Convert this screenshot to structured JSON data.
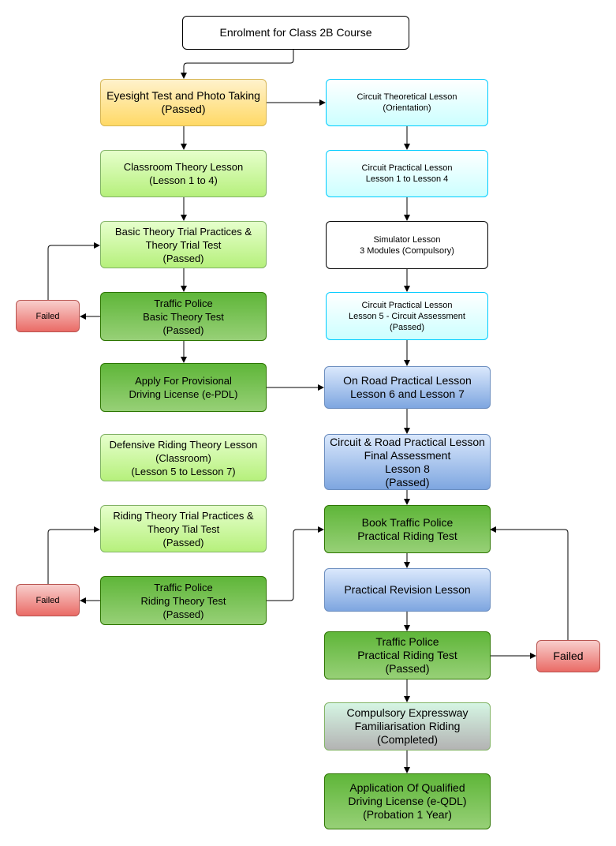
{
  "nodes": {
    "enrolment": "Enrolment for Class 2B Course",
    "eyesight": "Eyesight Test and Photo Taking\n(Passed)",
    "classroom": "Classroom Theory Lesson\n(Lesson 1 to 4)",
    "basic_trial": "Basic Theory Trial Practices &\nTheory Trial Test\n(Passed)",
    "failed_1": "Failed",
    "btt": "Traffic Police\nBasic Theory Test\n(Passed)",
    "epdl": "Apply For Provisional\nDriving License (e-PDL)",
    "defensive": "Defensive Riding Theory Lesson\n(Classroom)\n(Lesson 5 to Lesson 7)",
    "riding_trial": "Riding Theory Trial Practices &\nTheory Tial Test\n(Passed)",
    "failed_2": "Failed",
    "rtt": "Traffic Police\nRiding Theory Test\n(Passed)",
    "circuit_theory": "Circuit Theoretical Lesson\n(Orientation)",
    "circuit_practical_1": "Circuit Practical Lesson\nLesson 1 to Lesson 4",
    "simulator": "Simulator Lesson\n3 Modules (Compulsory)",
    "circuit_practical_5": "Circuit Practical Lesson\nLesson 5 - Circuit Assessment\n(Passed)",
    "on_road": "On Road Practical Lesson\nLesson 6 and Lesson 7",
    "final_assessment": "Circuit & Road Practical Lesson\nFinal Assessment\nLesson 8\n(Passed)",
    "book_test": "Book Traffic Police\nPractical Riding Test",
    "revision": "Practical Revision Lesson",
    "practical_test": "Traffic Police\nPractical Riding Test\n(Passed)",
    "failed_3": "Failed",
    "expressway": "Compulsory Expressway\nFamiliarisation Riding\n(Completed)",
    "eqdl": "Application Of Qualified\nDriving License (e-QDL)\n(Probation 1 Year)"
  }
}
